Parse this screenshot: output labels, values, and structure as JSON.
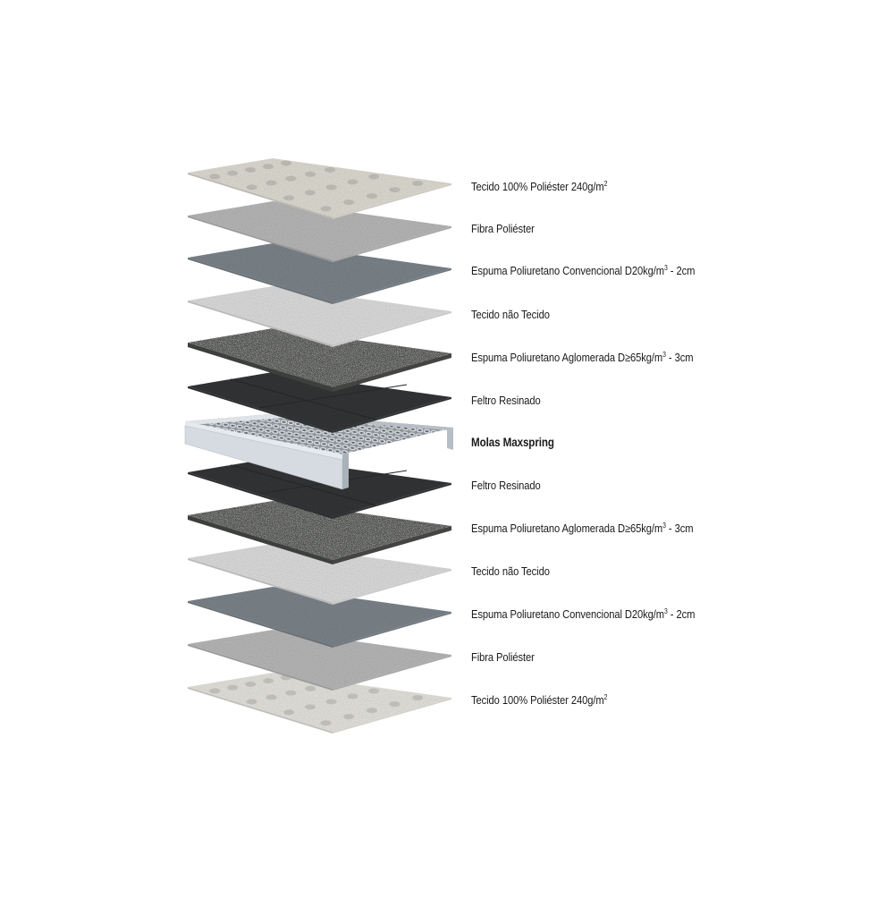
{
  "diagram": {
    "title": "",
    "type": "exploded-layer-stack",
    "subject": "mattress cross-section",
    "layers": [
      {
        "label": "Tecido 100% Poliéster 240g/m²",
        "material": "quilted-fabric",
        "bold": false,
        "color": "#e4e1d8"
      },
      {
        "label": "Fibra Poliéster",
        "material": "polyester-fiber",
        "bold": false,
        "color": "#bcbcbc"
      },
      {
        "label": "Espuma Poliuretano Convencional D20kg/m³ - 2cm",
        "material": "conventional-foam",
        "bold": false,
        "color": "#7f878e"
      },
      {
        "label": "Tecido não Tecido",
        "material": "non-woven-fabric",
        "bold": false,
        "color": "#e2e2e2"
      },
      {
        "label": "Espuma Poliuretano Aglomerada D≥65kg/m³ - 3cm",
        "material": "agglomerated-foam",
        "bold": false,
        "color": "#4b4d4a"
      },
      {
        "label": "Feltro Resinado",
        "material": "resin-felt",
        "bold": false,
        "color": "#353638"
      },
      {
        "label": "Molas Maxspring",
        "material": "spring-unit",
        "bold": true,
        "color": "#c9ced4"
      },
      {
        "label": "Feltro Resinado",
        "material": "resin-felt",
        "bold": false,
        "color": "#353638"
      },
      {
        "label": "Espuma Poliuretano Aglomerada D≥65kg/m³ - 3cm",
        "material": "agglomerated-foam",
        "bold": false,
        "color": "#4b4d4a"
      },
      {
        "label": "Tecido não Tecido",
        "material": "non-woven-fabric",
        "bold": false,
        "color": "#e2e2e2"
      },
      {
        "label": "Espuma Poliuretano Convencional D20kg/m³ - 2cm",
        "material": "conventional-foam",
        "bold": false,
        "color": "#7f878e"
      },
      {
        "label": "Fibra Poliéster",
        "material": "polyester-fiber",
        "bold": false,
        "color": "#bcbcbc"
      },
      {
        "label": "Tecido 100% Poliéster 240g/m²",
        "material": "quilted-fabric",
        "bold": false,
        "color": "#ebe9e2"
      }
    ]
  }
}
